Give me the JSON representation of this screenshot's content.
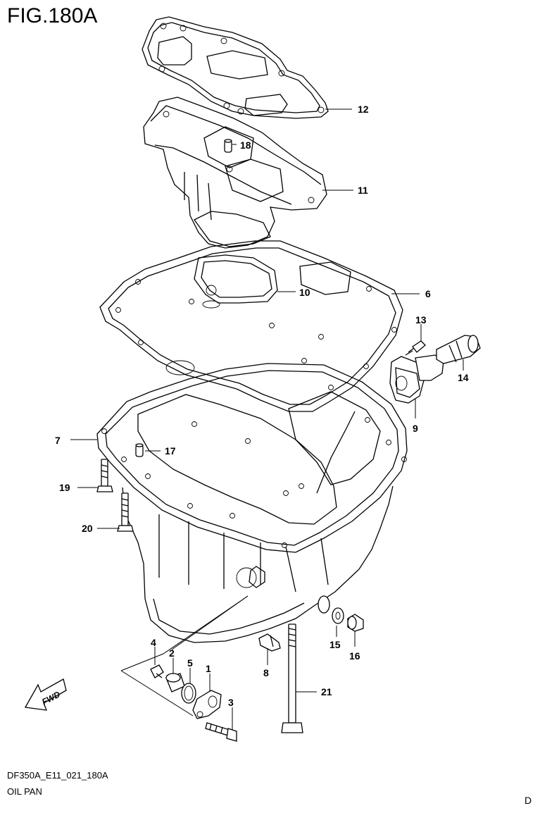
{
  "figure": {
    "title": "FIG.180A"
  },
  "footer": {
    "code": "DF350A_E11_021_180A",
    "caption": "OIL PAN",
    "page_letter": "D"
  },
  "fwd_label": "FWD",
  "callouts": [
    {
      "id": "12",
      "label": "12"
    },
    {
      "id": "18",
      "label": "18"
    },
    {
      "id": "11",
      "label": "11"
    },
    {
      "id": "10",
      "label": "10"
    },
    {
      "id": "6",
      "label": "6"
    },
    {
      "id": "13",
      "label": "13"
    },
    {
      "id": "14",
      "label": "14"
    },
    {
      "id": "9",
      "label": "9"
    },
    {
      "id": "7",
      "label": "7"
    },
    {
      "id": "17",
      "label": "17"
    },
    {
      "id": "19",
      "label": "19"
    },
    {
      "id": "20",
      "label": "20"
    },
    {
      "id": "4",
      "label": "4"
    },
    {
      "id": "2",
      "label": "2"
    },
    {
      "id": "5",
      "label": "5"
    },
    {
      "id": "1",
      "label": "1"
    },
    {
      "id": "3",
      "label": "3"
    },
    {
      "id": "8",
      "label": "8"
    },
    {
      "id": "15",
      "label": "15"
    },
    {
      "id": "16",
      "label": "16"
    },
    {
      "id": "21",
      "label": "21"
    }
  ]
}
